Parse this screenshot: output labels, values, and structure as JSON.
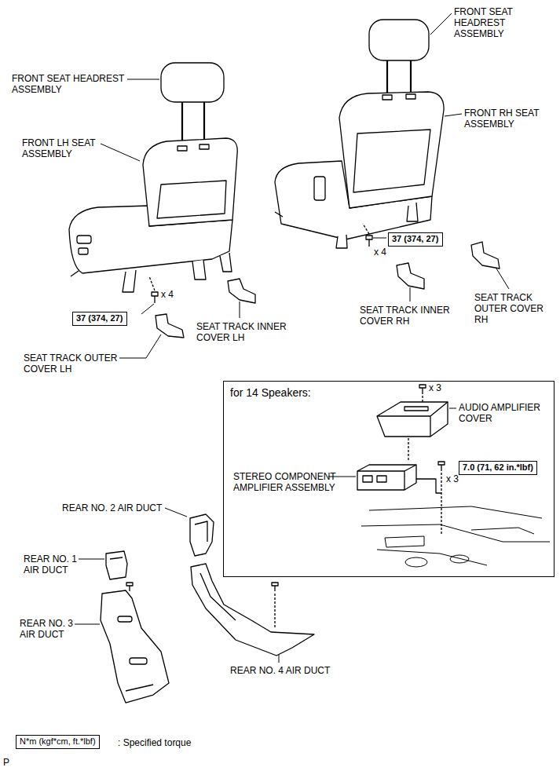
{
  "diagram": {
    "nodes": [
      {
        "text": [
          "37 (374, 27)"
        ]
      },
      {
        "text": [
          "37 (374, 27)"
        ]
      },
      {
        "text": [
          "for 14 Speakers:"
        ]
      },
      {
        "text": [
          "7.0 (71, 62 in.*lbf)"
        ],
        "in": 2
      },
      {
        "text": [
          "N*m (kgf*cm, ft.*lbf)"
        ]
      }
    ],
    "labels": [
      "FRONT SEAT HEADREST ASSEMBLY",
      "FRONT SEAT HEADREST ASSEMBLY",
      "FRONT LH SEAT ASSEMBLY",
      "FRONT RH SEAT ASSEMBLY",
      "x 4",
      "x 4",
      "SEAT TRACK INNER COVER LH",
      "SEAT TRACK OUTER COVER LH",
      "SEAT TRACK INNER COVER RH",
      "SEAT TRACK OUTER COVER RH",
      "x 3",
      "x 3",
      "AUDIO AMPLIFIER COVER",
      "STEREO COMPONENT AMPLIFIER ASSEMBLY",
      "REAR NO. 2 AIR DUCT",
      "REAR NO. 1 AIR DUCT",
      "REAR NO. 3 AIR DUCT",
      "REAR NO. 4 AIR DUCT",
      ": Specified torque",
      "P"
    ]
  }
}
